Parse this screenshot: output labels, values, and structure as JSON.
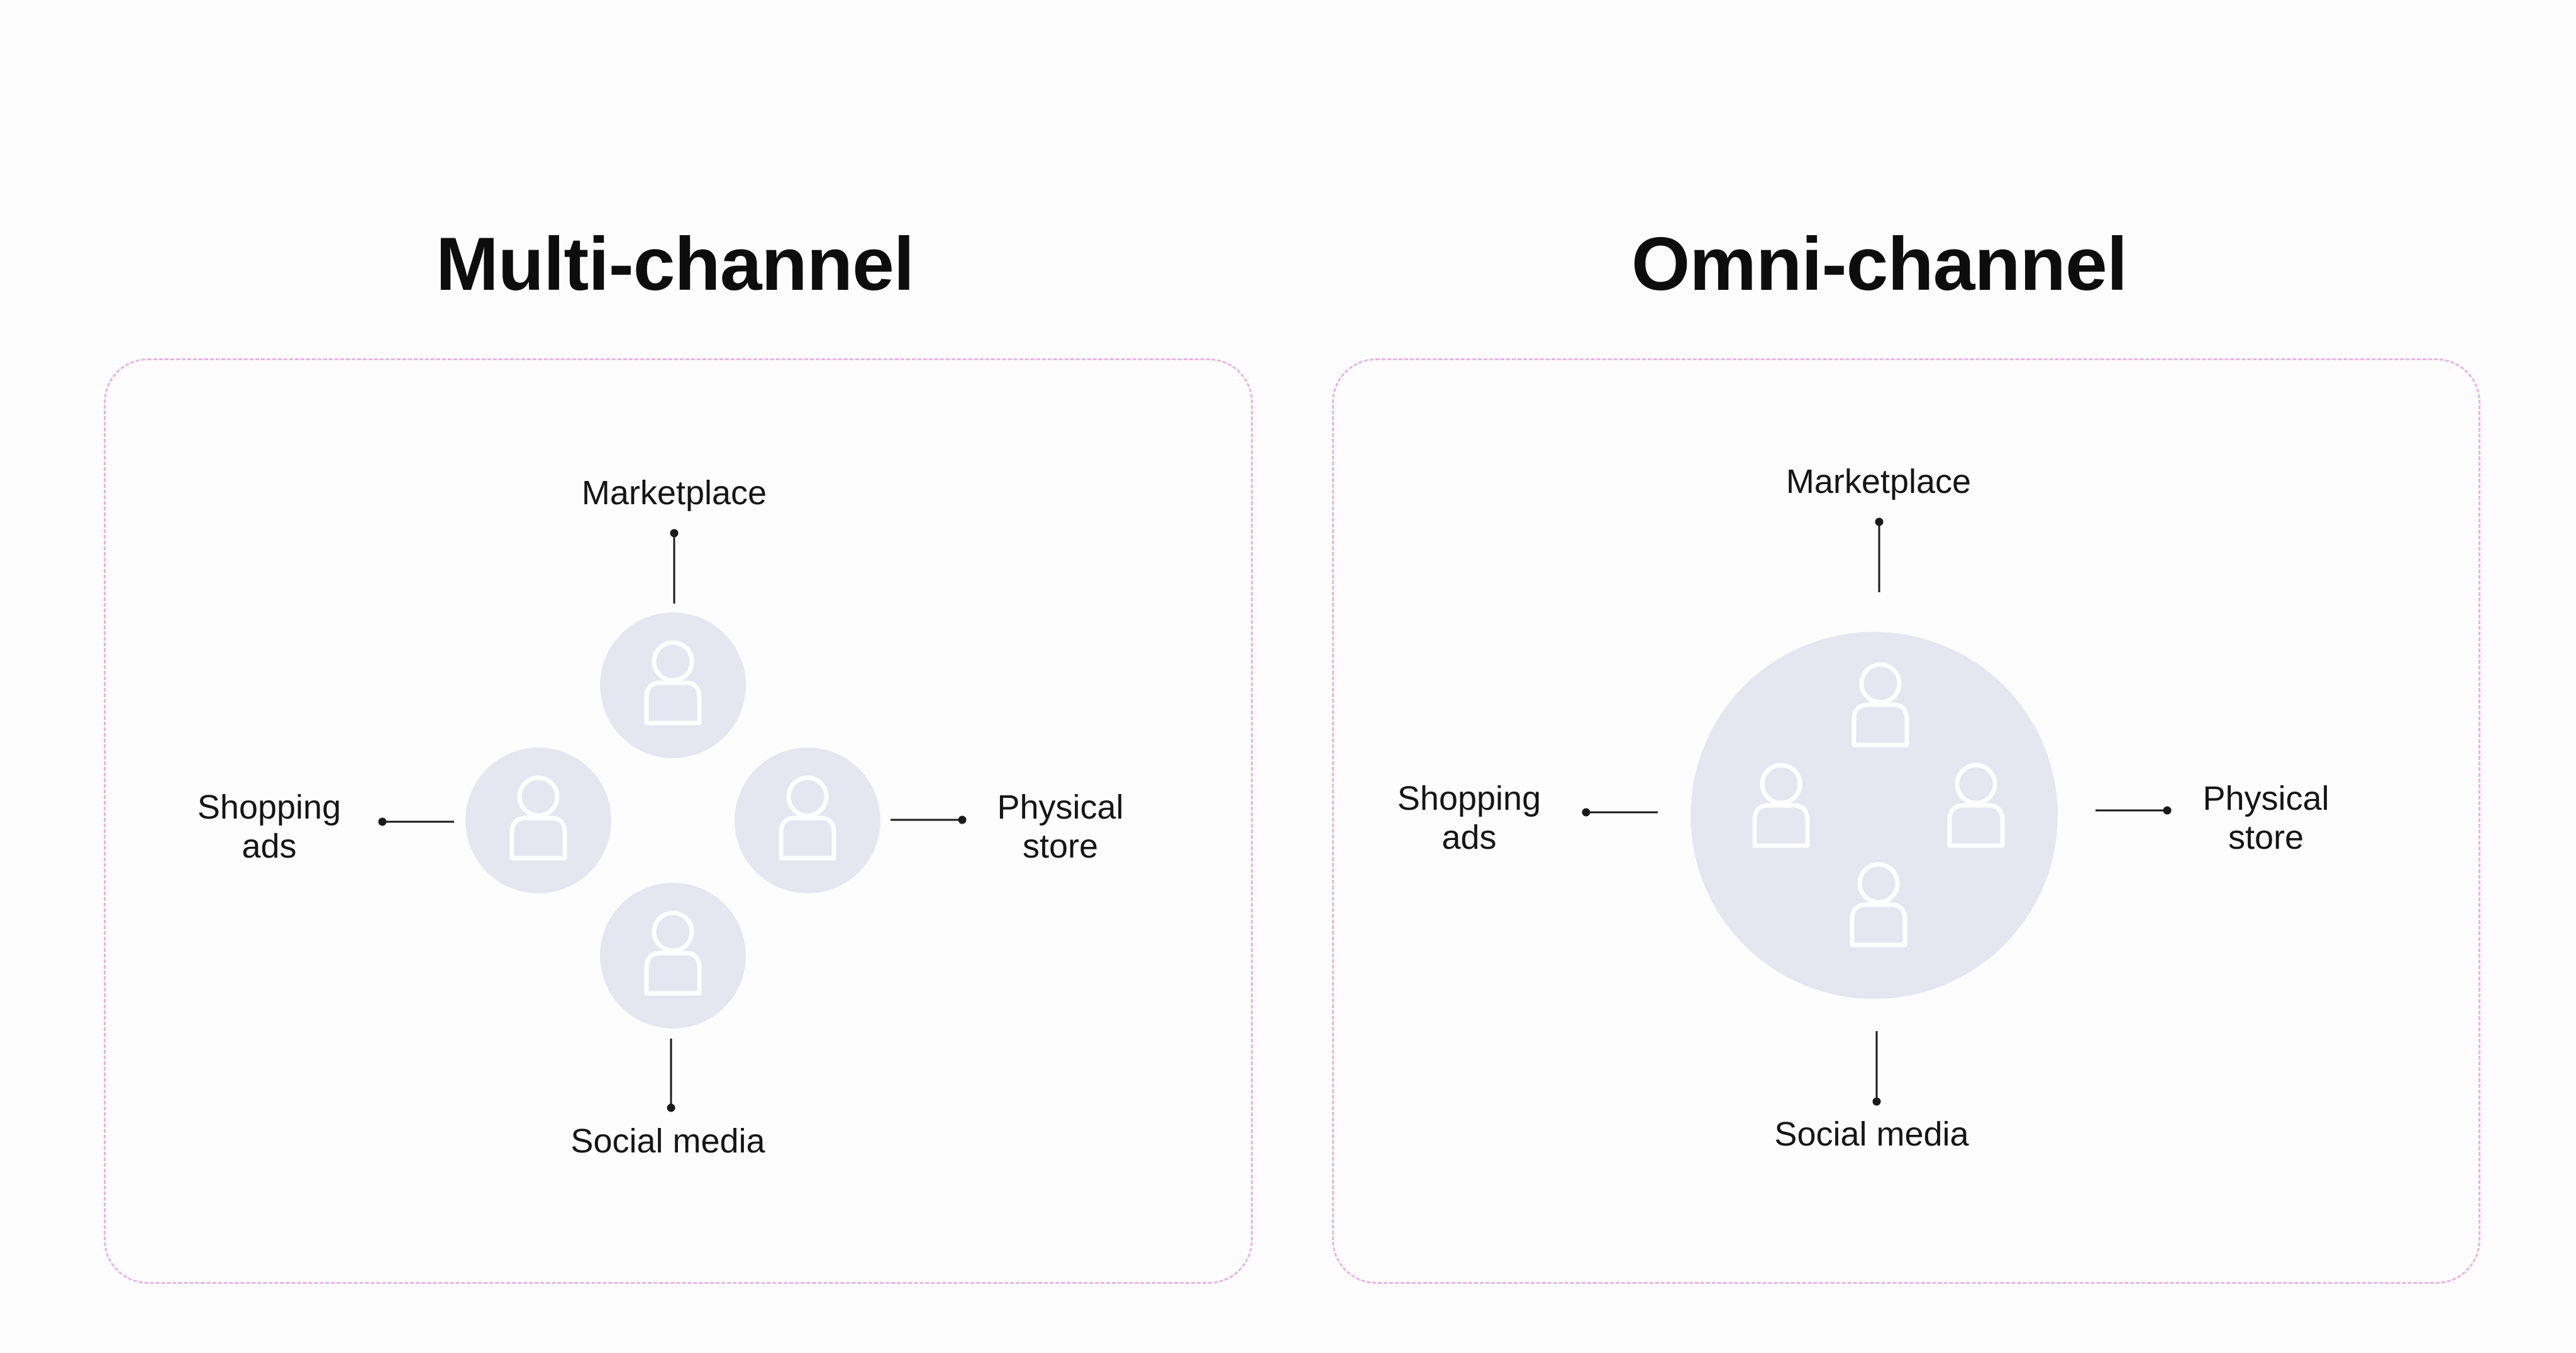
{
  "multichannel": {
    "title": "Multi-channel",
    "labels": {
      "top": "Marketplace",
      "left": "Shopping\nads",
      "right": "Physical\nstore",
      "bottom": "Social media"
    }
  },
  "omnichannel": {
    "title": "Omni-channel",
    "labels": {
      "top": "Marketplace",
      "left": "Shopping\nads",
      "right": "Physical\nstore",
      "bottom": "Social media"
    }
  },
  "colors": {
    "panel_border": "#eab0ea",
    "circle_fill": "#e6e6f1",
    "icon_stroke": "#ffffff",
    "connector": "#1a1a1a"
  },
  "icons": {
    "person": "user-icon"
  }
}
